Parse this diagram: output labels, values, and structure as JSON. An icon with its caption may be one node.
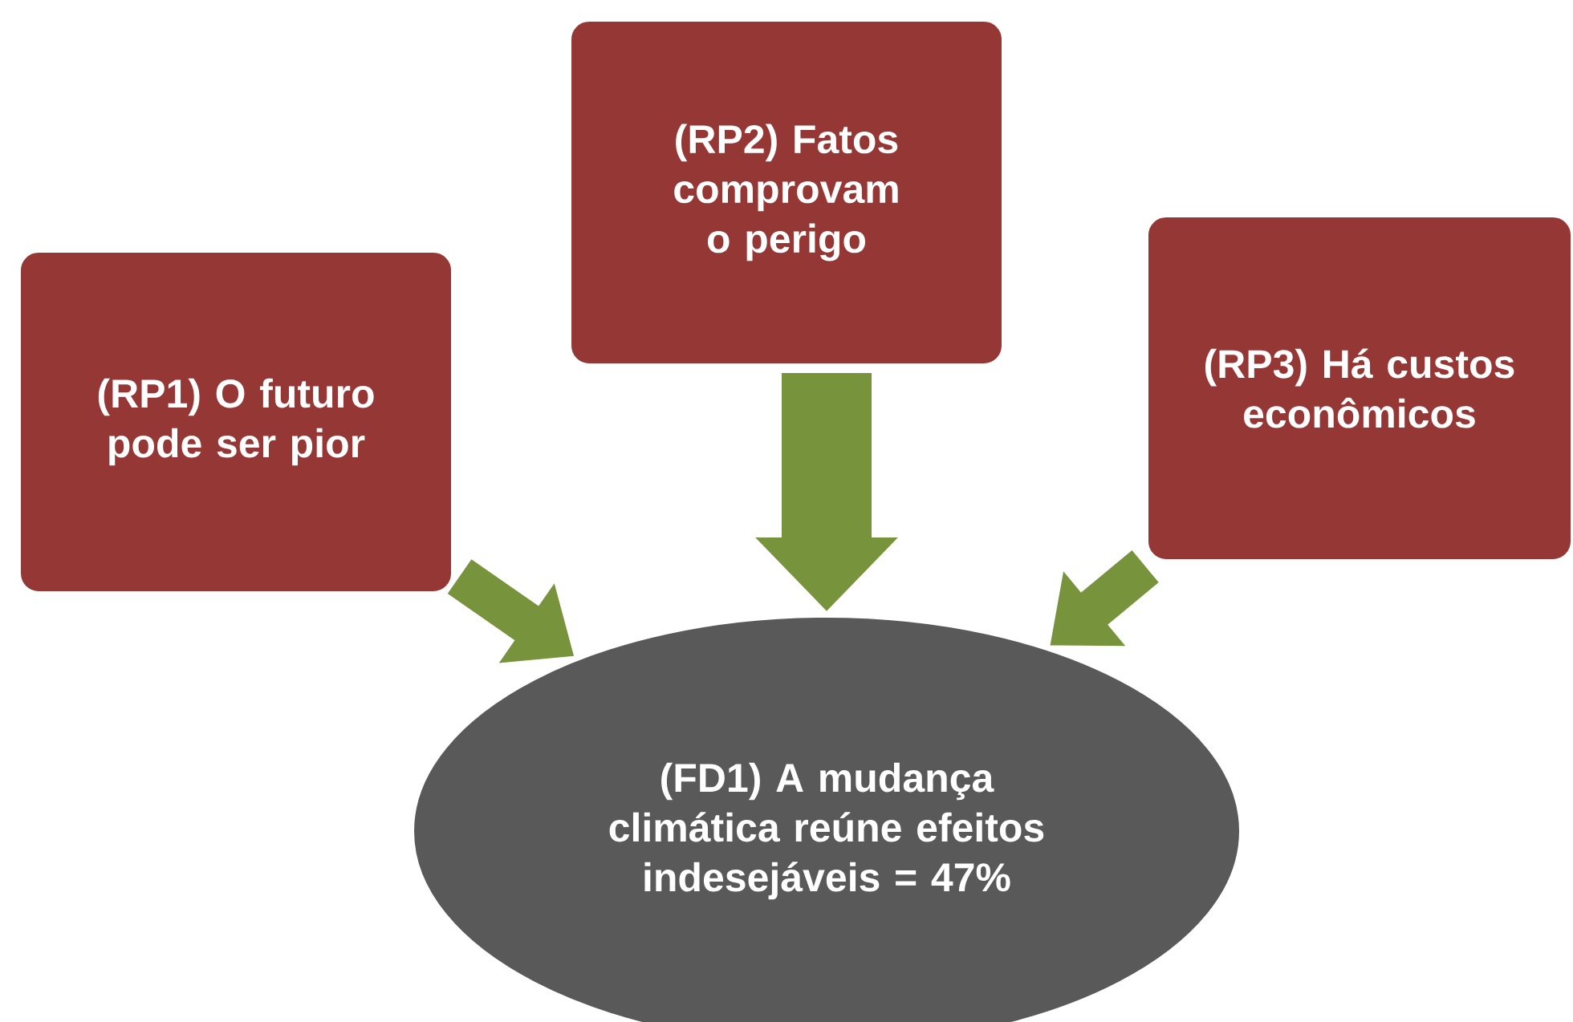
{
  "diagram": {
    "nodes": [
      {
        "text": [
          "(RP1) O futuro pode ser pior"
        ]
      },
      {
        "text": [
          "(RP2) Fatos comprovam o perigo"
        ]
      },
      {
        "text": [
          "(RP3) Há custos econômicos"
        ]
      },
      {
        "text": [
          "(FD1) A mudança climática reúne efeitos indesejáveis  = 47%"
        ]
      }
    ],
    "edges": [
      {
        "from": 0,
        "to": 3,
        "arrow": "to"
      },
      {
        "from": 1,
        "to": 3,
        "arrow": "to",
        "style": "thick"
      },
      {
        "from": 2,
        "to": 3,
        "arrow": "to"
      }
    ]
  }
}
